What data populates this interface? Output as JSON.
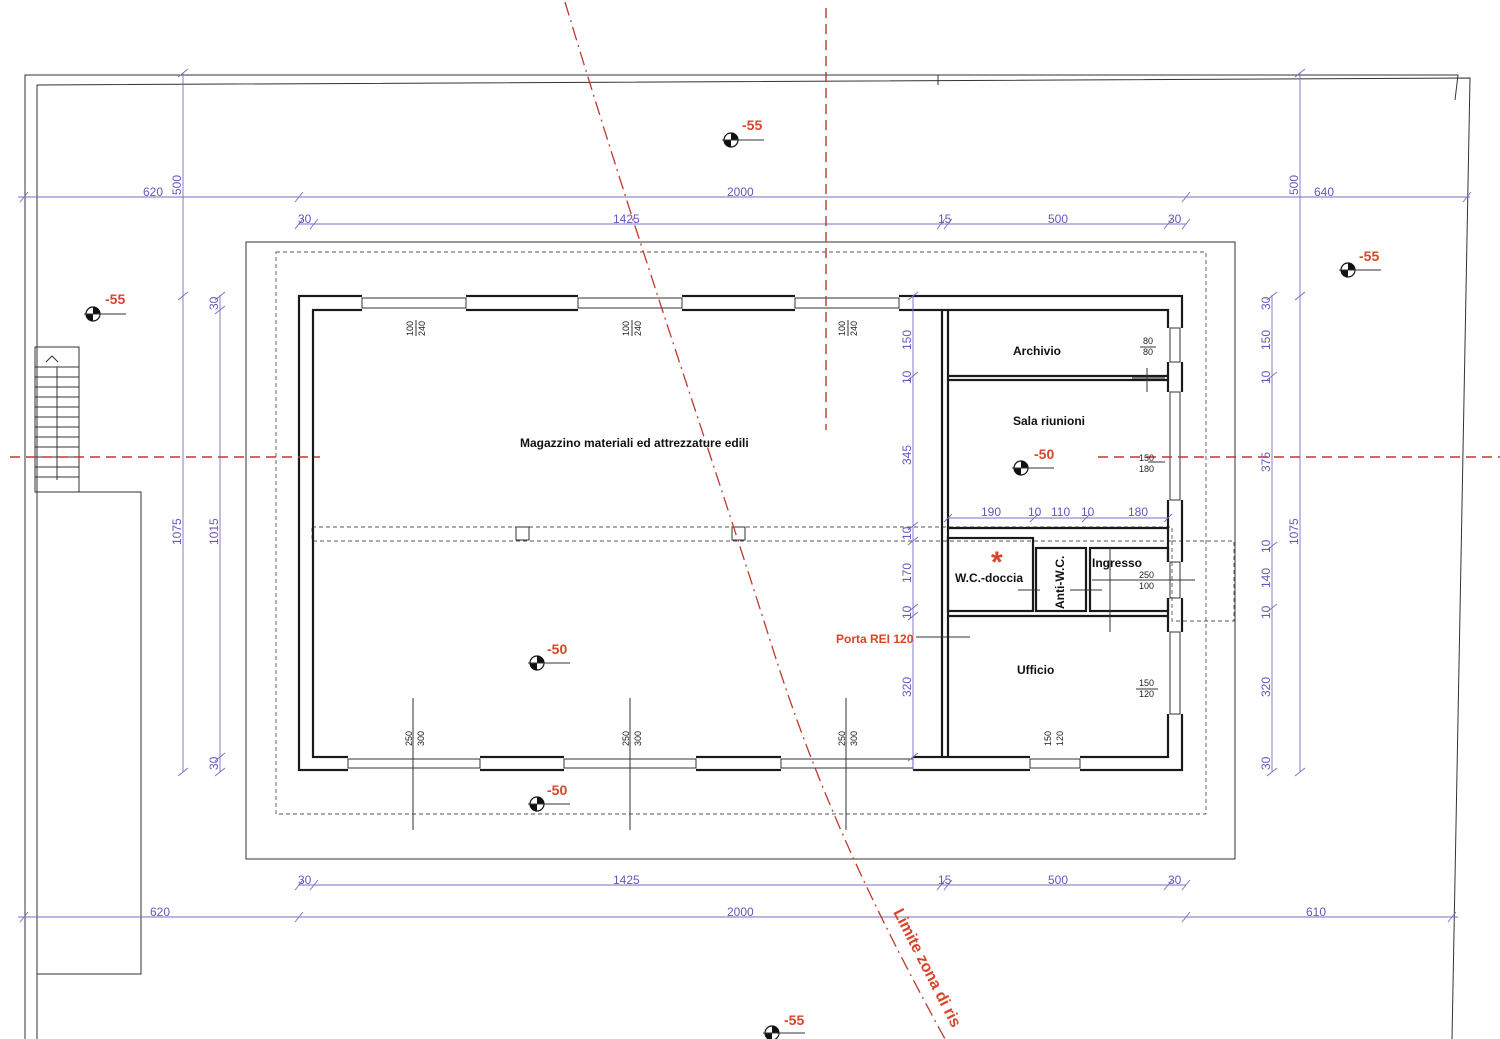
{
  "rooms": {
    "magazzino": "Magazzino materiali ed attrezzature edili",
    "archivio": "Archivio",
    "sala_riunioni": "Sala riunioni",
    "wc_doccia": "W.C.-doccia",
    "anti_wc": "Anti-W.C.",
    "ingresso": "Ingresso",
    "ufficio": "Ufficio"
  },
  "labels": {
    "porta": "Porta REI 120",
    "limite": "Limite zona di ris"
  },
  "levels": {
    "top": "-55",
    "left": "-55",
    "right": "-55",
    "sala": "-50",
    "magazzino": "-50",
    "below": "-50",
    "bottom": "-55"
  },
  "dims": {
    "d620": "620",
    "d500": "500",
    "d2000": "2000",
    "d640": "640",
    "d30": "30",
    "d1425": "1425",
    "d15": "15",
    "d500b": "500",
    "d1075": "1075",
    "d1015": "1015",
    "d150": "150",
    "d10": "10",
    "d345": "345",
    "d170": "170",
    "d320": "320",
    "d375": "375",
    "d140": "140",
    "d190": "190",
    "d110": "110",
    "d180": "180",
    "d610": "610"
  },
  "openings": {
    "w_100": "100",
    "w_240": "240",
    "w_250": "250",
    "w_300": "300",
    "a80": "80",
    "s150": "150",
    "s180": "180",
    "i250": "250",
    "i100": "100",
    "u150": "150",
    "u120": "120"
  }
}
